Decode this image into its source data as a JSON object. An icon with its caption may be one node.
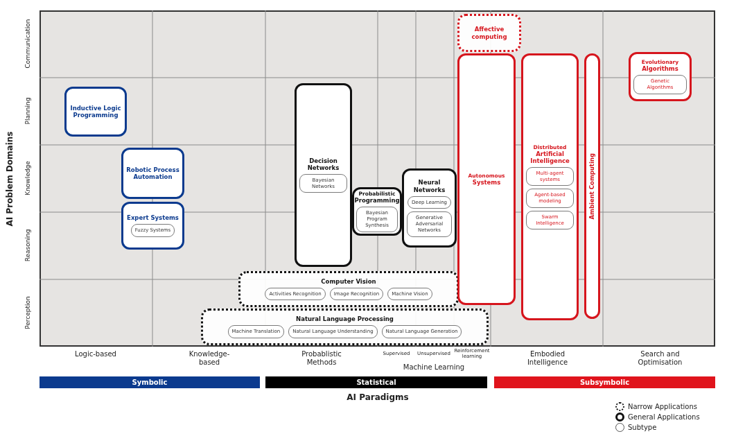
{
  "diagram": {
    "nodes": [
      {
        "text": [
          "Inductive Logic Programming"
        ]
      },
      {
        "text": [
          "Robotic Process Automation"
        ]
      },
      {
        "text": [
          "Expert Systems"
        ]
      },
      {
        "text": [
          "Fuzzy Systems"
        ],
        "in": 2
      },
      {
        "text": [
          "Decision Networks"
        ]
      },
      {
        "text": [
          "Bayesian Networks"
        ],
        "in": 4
      },
      {
        "text": [
          "Probabilistic",
          "Programming"
        ]
      },
      {
        "text": [
          "Bayesian Program Synthesis"
        ],
        "in": 6
      },
      {
        "text": [
          "Neural Networks"
        ]
      },
      {
        "text": [
          "Deep Learning"
        ],
        "in": 8
      },
      {
        "text": [
          "Generative Adversarial Networks"
        ],
        "in": 8
      },
      {
        "text": [
          "Computer Vision"
        ]
      },
      {
        "text": [
          "Activities Recognition"
        ],
        "in": 11
      },
      {
        "text": [
          "Image Recognition"
        ],
        "in": 11
      },
      {
        "text": [
          "Machine Vision"
        ],
        "in": 11
      },
      {
        "text": [
          "Natural Language Processing"
        ]
      },
      {
        "text": [
          "Machine Translation"
        ],
        "in": 15
      },
      {
        "text": [
          "Natural Language Understanding"
        ],
        "in": 15
      },
      {
        "text": [
          "Natural Language Generation"
        ],
        "in": 15
      },
      {
        "text": [
          "Affective computing"
        ]
      },
      {
        "text": [
          "Autonomous",
          "Systems"
        ]
      },
      {
        "text": [
          "Distributed",
          "Artificial Intelligence"
        ]
      },
      {
        "text": [
          "Multi-agent systems"
        ],
        "in": 21
      },
      {
        "text": [
          "Agent-based modeling"
        ],
        "in": 21
      },
      {
        "text": [
          "Swarm Intelligence"
        ],
        "in": 21
      },
      {
        "text": [
          "Ambient Computing"
        ]
      },
      {
        "text": [
          "Evolutionary",
          "Algorithms"
        ]
      },
      {
        "text": [
          "Genetic Algorithms"
        ],
        "in": 26
      }
    ],
    "edges": [],
    "labels": [
      "AI Problem Domains",
      "Communication",
      "Planning",
      "Knowledge",
      "Reasoning",
      "Perception",
      "Logic-based",
      "Knowledge-based",
      "Probablistic Methods",
      "Supervised",
      "Unsupervised",
      "Reinforcement learning",
      "Machine Learning",
      "Embodied Intelligence",
      "Search and Optimisation",
      "Symbolic",
      "Statistical",
      "Subsymbolic",
      "AI Paradigms"
    ],
    "legend": [
      {
        "text": "Narrow Applications"
      },
      {
        "text": "General Applications"
      },
      {
        "text": "Subtype"
      }
    ]
  }
}
